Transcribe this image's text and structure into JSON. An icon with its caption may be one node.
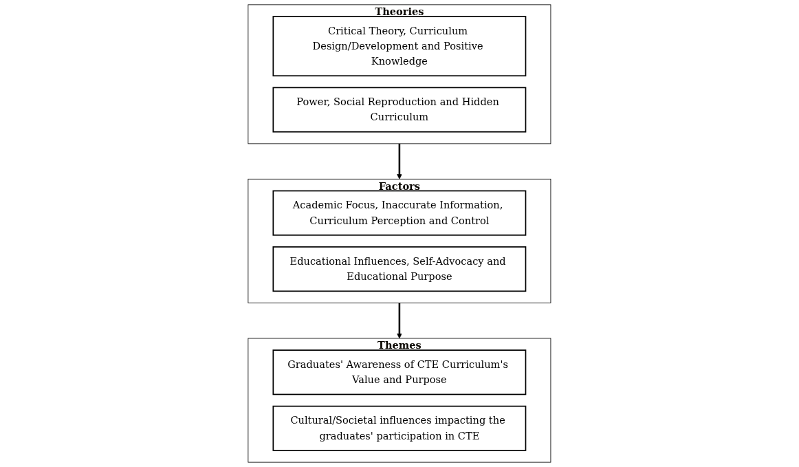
{
  "diagram": {
    "nodes": [
      {
        "text": [
          "Theories"
        ]
      },
      {
        "text": [
          "Critical Theory, Curriculum Design/Development and Positive Knowledge"
        ],
        "in": 0
      },
      {
        "text": [
          "Power, Social Reproduction and Hidden Curriculum"
        ],
        "in": 0
      },
      {
        "text": [
          "Factors"
        ]
      },
      {
        "text": [
          "Academic Focus, Inaccurate Information, Curriculum Perception and Control"
        ],
        "in": 3
      },
      {
        "text": [
          "Educational Influences, Self-Advocacy and Educational Purpose"
        ],
        "in": 3
      },
      {
        "text": [
          "Themes"
        ]
      },
      {
        "text": [
          "Graduates' Awareness of CTE Curriculum's Value and Purpose"
        ],
        "in": 6
      },
      {
        "text": [
          "Cultural/Societal influences impacting the graduates' participation in CTE"
        ],
        "in": 6
      }
    ],
    "edges": [
      {
        "from": 0,
        "to": 3,
        "arrow": "to"
      },
      {
        "from": 3,
        "to": 6,
        "arrow": "to"
      }
    ]
  }
}
